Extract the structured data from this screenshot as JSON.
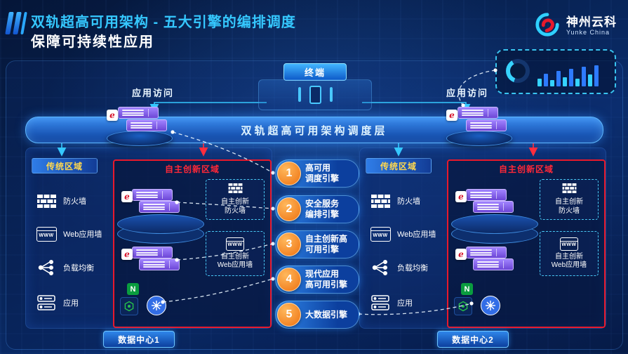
{
  "header": {
    "title": "双轨超高可用架构 - 五大引擎的编排调度",
    "subtitle": "保障可持续性应用",
    "brand": "神州云科",
    "brand_sub": "Yunke China"
  },
  "top": {
    "terminal": "终端",
    "access_left": "应用访问",
    "access_right": "应用访问"
  },
  "scheduler": {
    "label": "双轨超高可用架构调度层"
  },
  "engines": [
    {
      "num": "1",
      "label": "高可用\n调度引擎"
    },
    {
      "num": "2",
      "label": "安全服务\n编排引擎"
    },
    {
      "num": "3",
      "label": "自主创新高\n可用引擎"
    },
    {
      "num": "4",
      "label": "现代应用\n高可用引擎"
    },
    {
      "num": "5",
      "label": "大数据引擎"
    }
  ],
  "datacenters": [
    {
      "traditional_title": "传统区域",
      "innovation_title": "自主创新区域",
      "items": [
        {
          "label": "防火墙"
        },
        {
          "label": "Web应用墙"
        },
        {
          "label": "负载均衡"
        },
        {
          "label": "应用"
        }
      ],
      "innovation_boxes": [
        {
          "label": "自主创新\n防火墙"
        },
        {
          "label": "自主创新\nWeb应用墙"
        }
      ],
      "footer": "数据中心1"
    },
    {
      "traditional_title": "传统区域",
      "innovation_title": "自主创新区域",
      "items": [
        {
          "label": "防火墙"
        },
        {
          "label": "Web应用墙"
        },
        {
          "label": "负载均衡"
        },
        {
          "label": "应用"
        }
      ],
      "innovation_boxes": [
        {
          "label": "自主创新\n防火墙"
        },
        {
          "label": "自主创新\nWeb应用墙"
        }
      ],
      "footer": "数据中心2"
    }
  ],
  "icons": {
    "www": "WWW",
    "brand_glyph": "e",
    "nginx": "N"
  },
  "monitor": {
    "bars": [
      11,
      18,
      9,
      22,
      13,
      25,
      11,
      28,
      17,
      30
    ]
  }
}
